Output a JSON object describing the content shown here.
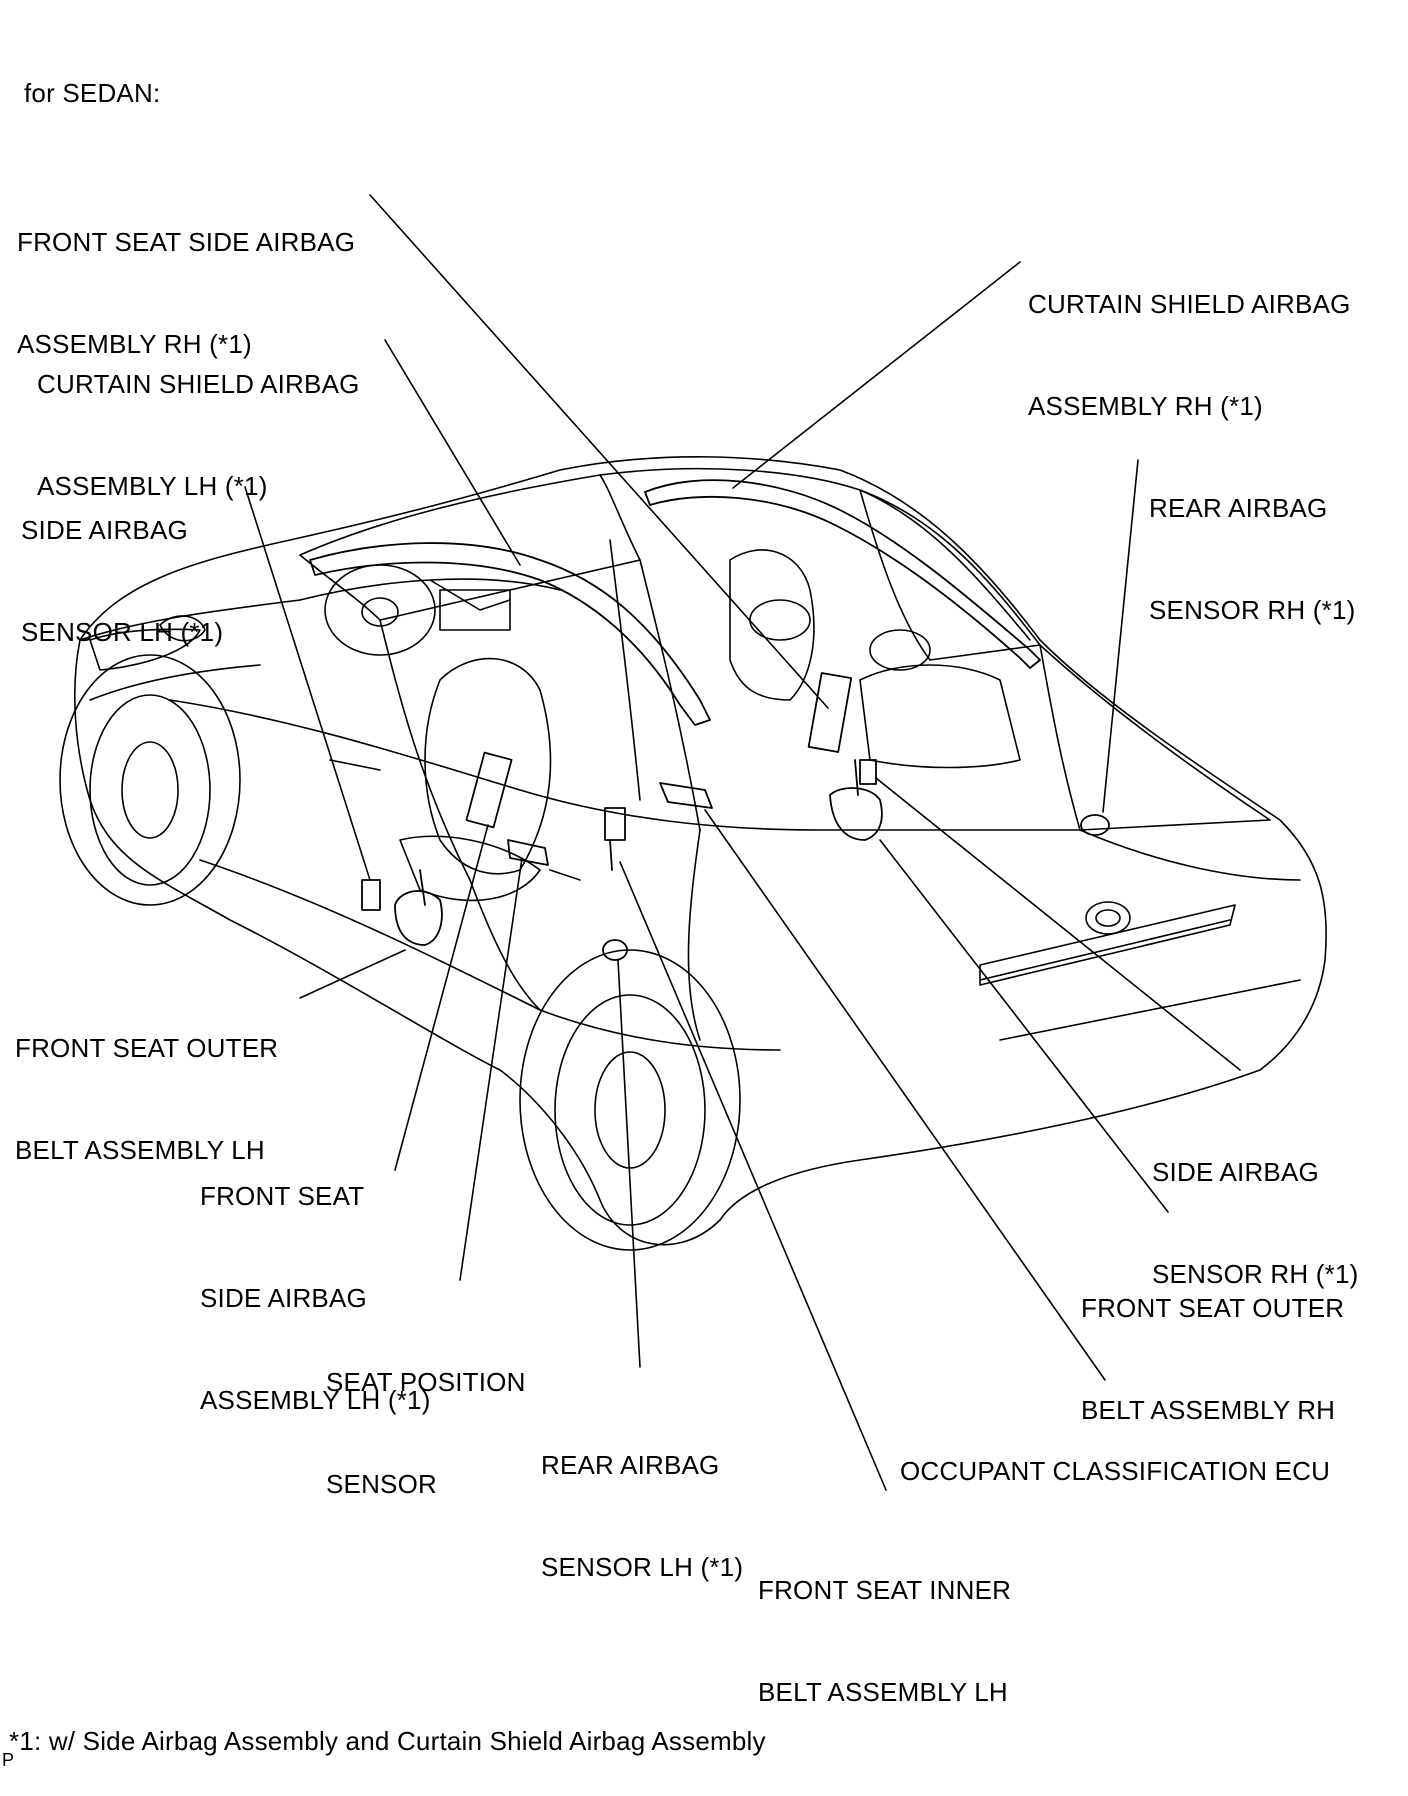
{
  "header": {
    "caption": "for SEDAN:"
  },
  "labels": {
    "front_seat_side_airbag_rh": [
      "FRONT SEAT SIDE AIRBAG",
      "ASSEMBLY RH (*1)"
    ],
    "curtain_shield_airbag_rh": [
      "CURTAIN SHIELD AIRBAG",
      "ASSEMBLY RH (*1)"
    ],
    "curtain_shield_airbag_lh": [
      "CURTAIN SHIELD AIRBAG",
      "ASSEMBLY LH (*1)"
    ],
    "rear_airbag_sensor_rh": [
      "REAR AIRBAG",
      "SENSOR RH (*1)"
    ],
    "side_airbag_sensor_lh": [
      "SIDE AIRBAG",
      "SENSOR LH (*1)"
    ],
    "front_seat_outer_belt_lh": [
      "FRONT SEAT OUTER",
      "BELT ASSEMBLY LH"
    ],
    "front_seat_side_airbag_lh": [
      "FRONT SEAT",
      "SIDE AIRBAG",
      "ASSEMBLY LH (*1)"
    ],
    "seat_position_sensor": [
      "SEAT POSITION",
      "SENSOR"
    ],
    "rear_airbag_sensor_lh": [
      "REAR AIRBAG",
      "SENSOR LH (*1)"
    ],
    "front_seat_inner_belt_lh": [
      "FRONT SEAT INNER",
      "BELT ASSEMBLY LH"
    ],
    "occupant_classification_ecu": [
      "OCCUPANT CLASSIFICATION ECU"
    ],
    "front_seat_outer_belt_rh": [
      "FRONT SEAT OUTER",
      "BELT ASSEMBLY RH"
    ],
    "side_airbag_sensor_rh": [
      "SIDE AIRBAG",
      "SENSOR RH (*1)"
    ]
  },
  "footnote": "*1: w/ Side Airbag Assembly and Curtain Shield Airbag Assembly",
  "corner_mark": "P"
}
